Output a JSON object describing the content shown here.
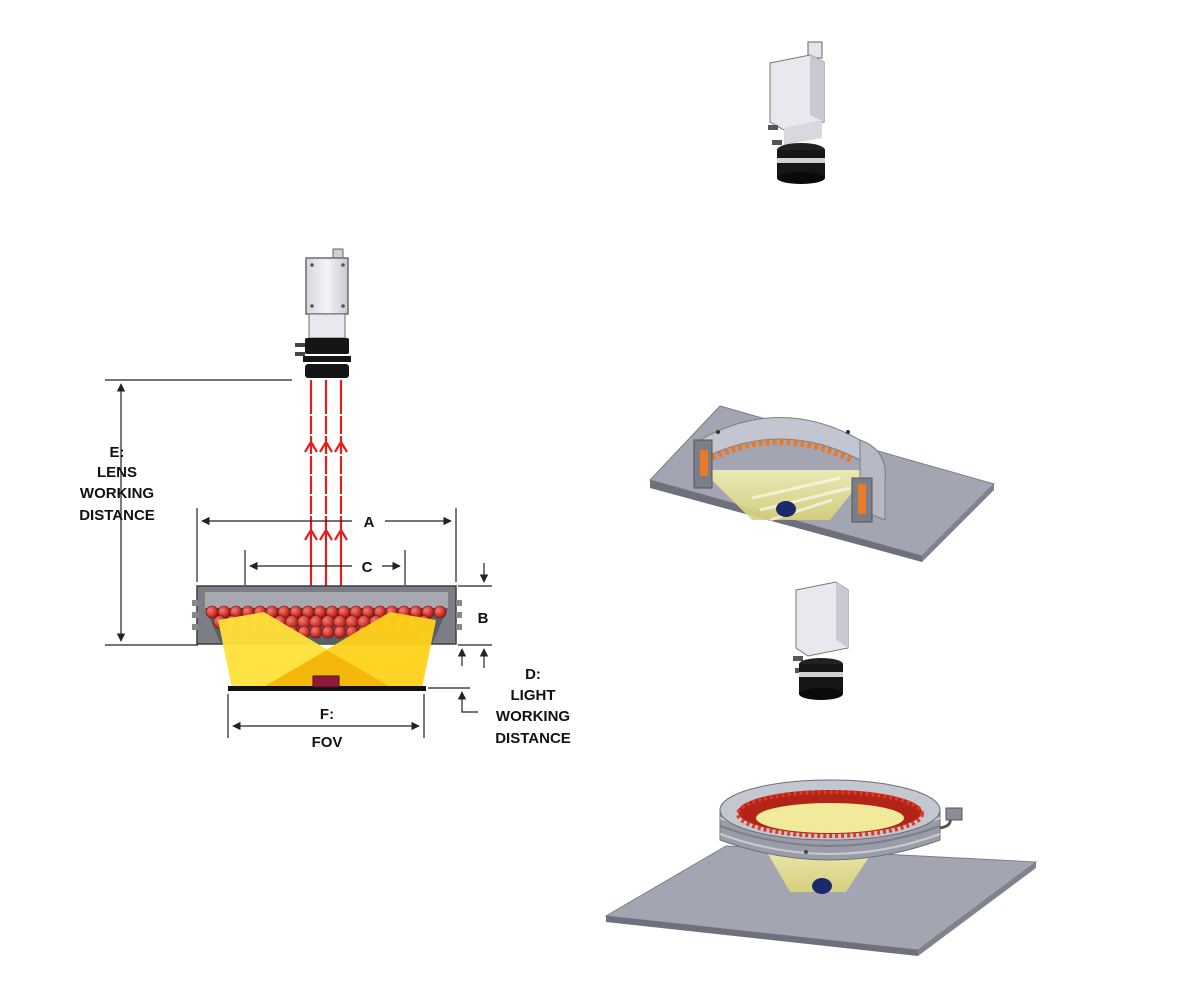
{
  "labels": {
    "a": "A",
    "b": "B",
    "c": "C",
    "d_title": "D:",
    "d_line1": "LIGHT",
    "d_line2": "WORKING",
    "d_line3": "DISTANCE",
    "e_title": "E:",
    "e_line1": "LENS",
    "e_line2": "WORKING",
    "e_line3": "DISTANCE",
    "f_title": "F:",
    "f_line1": "FOV"
  },
  "colors": {
    "beam": "#e0201c",
    "led": "#c81e14",
    "light": "#ffe23a",
    "light_dark": "#f4b400",
    "housing": "#6b6e74",
    "plate": "#9ea0ab",
    "camera": "#e6e6ec",
    "lens": "#151515",
    "part": "#8e1a3c",
    "dim_line": "#222222"
  }
}
